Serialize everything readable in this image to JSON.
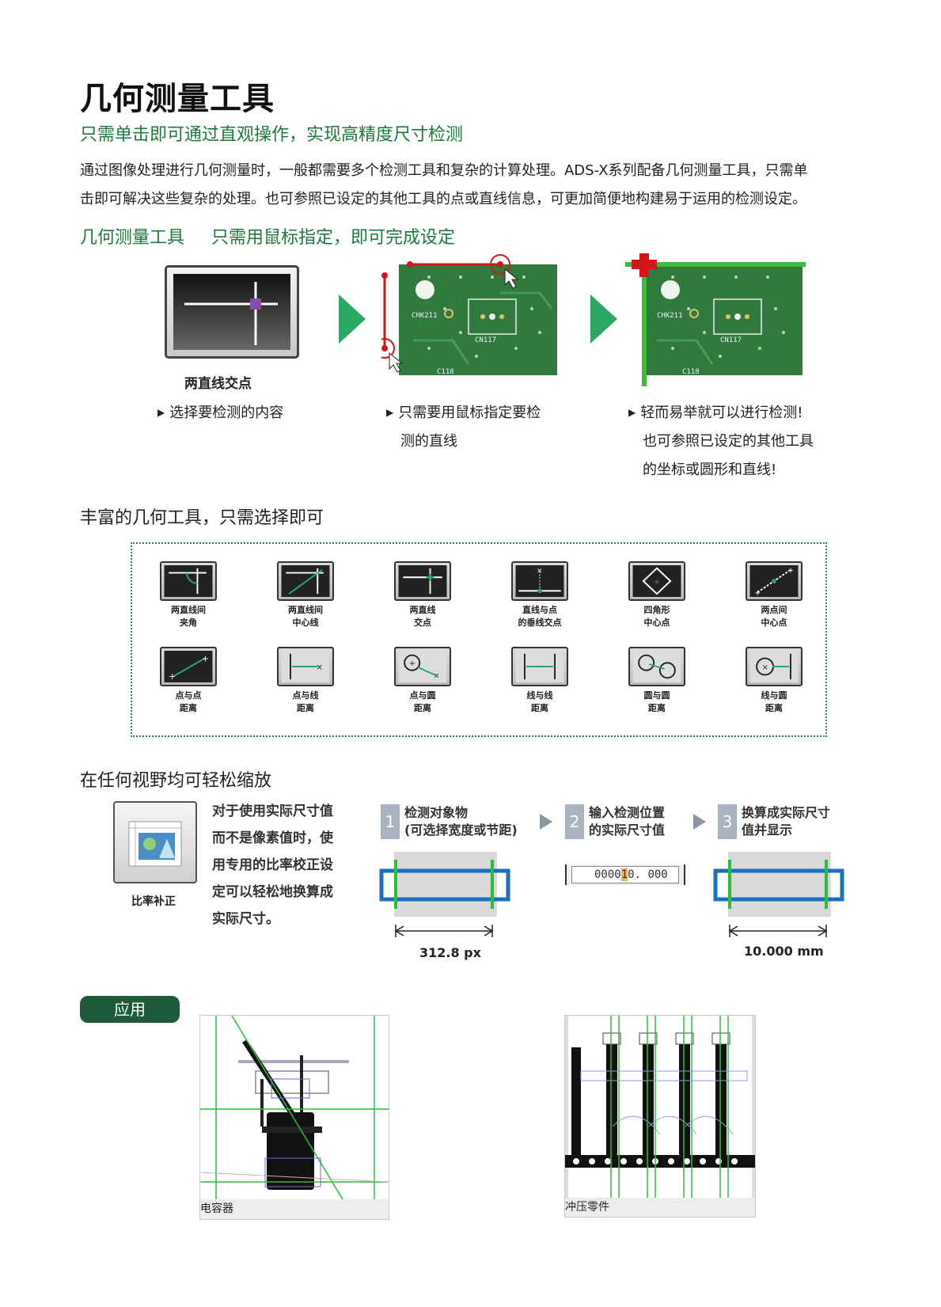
{
  "header": {
    "title": "几何测量工具",
    "subtitle": "只需单击即可通过直观操作，实现高精度尺寸检测",
    "body_line1": "通过图像处理进行几何测量时，一般都需要多个检测工具和复杂的计算处理。ADS-X系列配备几何测量工具，只需单",
    "body_line2": "击即可解决这些复杂的处理。也可参照已设定的其他工具的点或直线信息，可更加简便地构建易于运用的检测设定。"
  },
  "setup": {
    "title_a": "几何测量工具",
    "title_b": "只需用鼠标指定，即可完成设定",
    "icon_label": "两直线交点",
    "step1": "选择要检测的内容",
    "step2_l1": "只需要用鼠标指定要检",
    "step2_l2": "测的直线",
    "step3_l1": "轻而易举就可以进行检测!",
    "step3_l2": "也可参照已设定的其他工具",
    "step3_l3": "的坐标或圆形和直线!",
    "pcb_label_a": "CHK211",
    "pcb_label_b": "CN117",
    "pcb_label_c": "C118",
    "colors": {
      "green": "#2ba866",
      "red": "#d4161c",
      "pcb": "#2f7a3c"
    }
  },
  "tools": {
    "title": "丰富的几何工具，只需选择即可",
    "row1": [
      {
        "l1": "两直线间",
        "l2": "夹角"
      },
      {
        "l1": "两直线间",
        "l2": "中心线"
      },
      {
        "l1": "两直线",
        "l2": "交点"
      },
      {
        "l1": "直线与点",
        "l2": "的垂线交点"
      },
      {
        "l1": "四角形",
        "l2": "中心点"
      },
      {
        "l1": "两点间",
        "l2": "中心点"
      }
    ],
    "row2": [
      {
        "l1": "点与点",
        "l2": "距离"
      },
      {
        "l1": "点与线",
        "l2": "距离"
      },
      {
        "l1": "点与圆",
        "l2": "距离"
      },
      {
        "l1": "线与线",
        "l2": "距离"
      },
      {
        "l1": "圆与圆",
        "l2": "距离"
      },
      {
        "l1": "线与圆",
        "l2": "距离"
      }
    ]
  },
  "scale": {
    "title": "在任何视野均可轻松缩放",
    "icon_label": "比率补正",
    "desc": [
      "对于使用实际尺寸值",
      "而不是像素值时，使",
      "用专用的比率校正设",
      "定可以轻松地换算成",
      "实际尺寸。"
    ],
    "step1_num": "1",
    "step1_l1": "检测对象物",
    "step1_l2": "(可选择宽度或节距)",
    "step2_num": "2",
    "step2_l1": "输入检测位置",
    "step2_l2": "的实际尺寸值",
    "step3_num": "3",
    "step3_l1": "换算成实际尺寸",
    "step3_l2": "值并显示",
    "input_value_a": "0000",
    "input_value_cursor": "1",
    "input_value_b": "0. 000",
    "px_value": "312.8 px",
    "mm_value": "10.000 mm"
  },
  "application": {
    "badge": "应用",
    "cap1": "电容器",
    "cap2": "冲压零件"
  }
}
